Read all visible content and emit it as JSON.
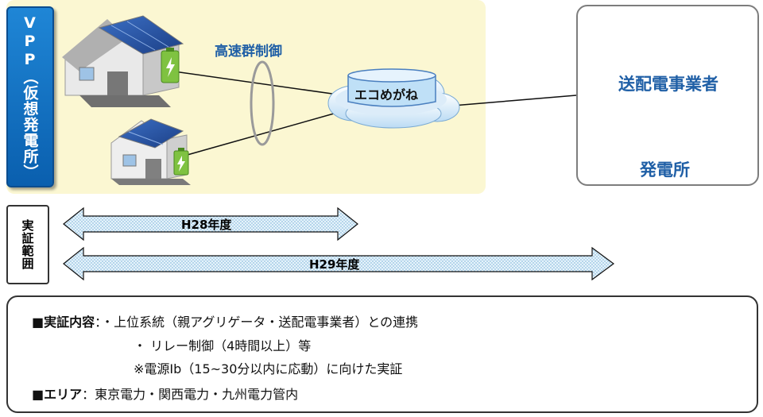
{
  "vpp": {
    "label": "VPP（仮想発電所）"
  },
  "control_label": "高速群制御",
  "cloud_label": "エコめがね",
  "grid": {
    "tso_label": "送配電事業者",
    "plant_label": "発電所"
  },
  "scope": {
    "label": "実証範囲",
    "arrow1_label": "H28年度",
    "arrow2_label": "H29年度"
  },
  "details": {
    "content_heading": "■実証内容",
    "content_sep": "：",
    "content_line1": "・上位系統（親アグリゲータ・送配電事業者）との連携",
    "content_line2": "・ リレー制御（4時間以上）等",
    "content_line3": "※電源Ⅰb（15~30分以内に応動）に向けた実証",
    "area_heading": "■エリア",
    "area_sep": "：",
    "area_text": "東京電力・関西電力・九州電力管内"
  },
  "colors": {
    "vpp_bg": "#fbf7d2",
    "vpp_label": "#0a5fae",
    "accent_text": "#1f5fa6",
    "cloud_fill": "#cfe6f8",
    "arrow_fill": "#d9ecf7"
  }
}
